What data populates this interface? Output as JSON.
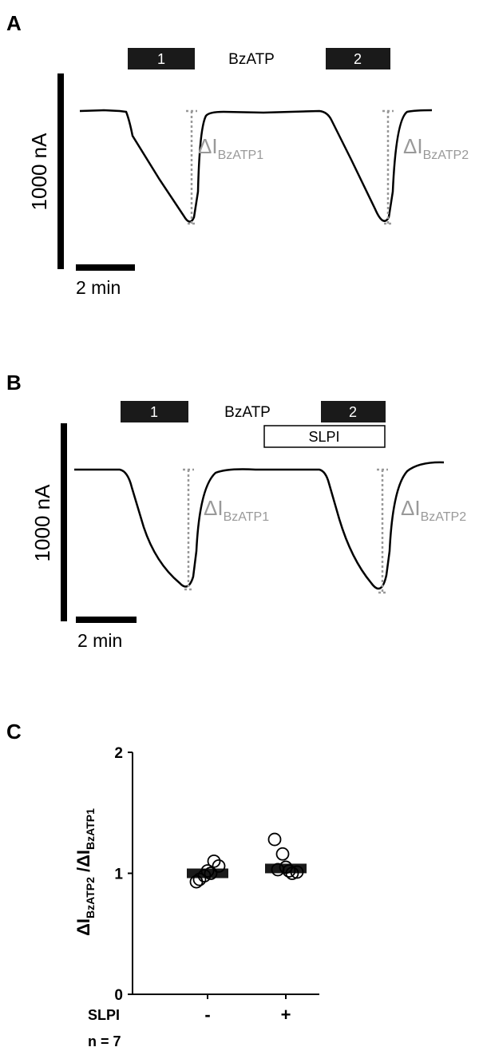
{
  "panels": {
    "a": {
      "label": "A",
      "bar1": "1",
      "bar2": "2",
      "agonist": "BzATP",
      "yscale": "1000 nA",
      "xscale": "2 min",
      "delta": "ΔI",
      "sub1": "BzATP1",
      "sub2": "BzATP2"
    },
    "b": {
      "label": "B",
      "bar1": "1",
      "bar2": "2",
      "agonist": "BzATP",
      "drug": "SLPI",
      "yscale": "1000 nA",
      "xscale": "2 min",
      "delta": "ΔI",
      "sub1": "BzATP1",
      "sub2": "BzATP2"
    },
    "c": {
      "label": "C"
    }
  },
  "chart_data": {
    "type": "scatter",
    "title": "",
    "ylabel_num": "ΔI",
    "ylabel_num_sub": "BzATP2",
    "ylabel_sep": " /",
    "ylabel_den": "ΔI",
    "ylabel_den_sub": "BzATP1",
    "xlabel": "SLPI",
    "categories": [
      "-",
      "+"
    ],
    "ylim": [
      0,
      2
    ],
    "yticks": [
      "0",
      "1",
      "2"
    ],
    "series": [
      {
        "name": "-",
        "points": [
          0.93,
          0.98,
          1.0,
          1.06,
          1.1,
          0.95,
          1.02
        ],
        "mean": 1.0
      },
      {
        "name": "+",
        "points": [
          1.28,
          1.16,
          1.02,
          1.01,
          1.0,
          1.03,
          1.05
        ],
        "mean": 1.04
      }
    ],
    "n_label": "n = 7"
  }
}
